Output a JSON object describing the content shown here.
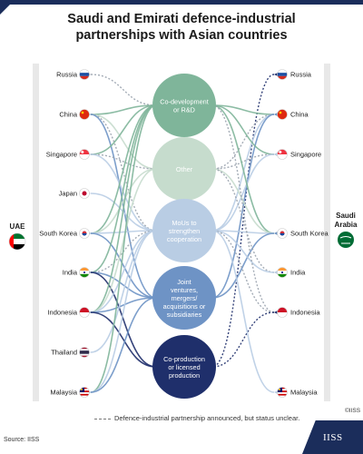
{
  "title_line1": "Saudi and Emirati defence-industrial",
  "title_line2": "partnerships with Asian countries",
  "left_actor": "UAE",
  "right_actor_line1": "Saudi",
  "right_actor_line2": "Arabia",
  "left_countries": [
    {
      "name": "Russia",
      "flag": "russia"
    },
    {
      "name": "China",
      "flag": "china"
    },
    {
      "name": "Singapore",
      "flag": "singapore"
    },
    {
      "name": "Japan",
      "flag": "japan"
    },
    {
      "name": "South Korea",
      "flag": "south-korea"
    },
    {
      "name": "India",
      "flag": "india"
    },
    {
      "name": "Indonesia",
      "flag": "indonesia"
    },
    {
      "name": "Thailand",
      "flag": "thailand"
    },
    {
      "name": "Malaysia",
      "flag": "malaysia"
    }
  ],
  "right_countries": [
    {
      "name": "Russia",
      "flag": "russia"
    },
    {
      "name": "China",
      "flag": "china"
    },
    {
      "name": "Singapore",
      "flag": "singapore"
    },
    {
      "name": "South Korea",
      "flag": "south-korea"
    },
    {
      "name": "India",
      "flag": "india"
    },
    {
      "name": "Indonesia",
      "flag": "indonesia"
    },
    {
      "name": "Malaysia",
      "flag": "malaysia"
    }
  ],
  "categories": [
    {
      "lines": [
        "Co-development",
        "or R&D"
      ],
      "color": "#7fb59a",
      "text_color": "#ffffff"
    },
    {
      "lines": [
        "Other"
      ],
      "color": "#c6dccd",
      "text_color": "#ffffff"
    },
    {
      "lines": [
        "MoUs to",
        "strengthen",
        "cooperation"
      ],
      "color": "#b9cde4",
      "text_color": "#ffffff"
    },
    {
      "lines": [
        "Joint",
        "ventures,",
        "mergers/",
        "acquisitions or",
        "subsidiaries"
      ],
      "color": "#6e93c5",
      "text_color": "#ffffff"
    },
    {
      "lines": [
        "Co-production",
        "or licensed",
        "production"
      ],
      "color": "#1f2f6b",
      "text_color": "#ffffff"
    }
  ],
  "links": [
    {
      "side": "L",
      "country": 0,
      "cat": 0,
      "dashed": true
    },
    {
      "side": "L",
      "country": 1,
      "cat": 0,
      "dashed": false
    },
    {
      "side": "L",
      "country": 1,
      "cat": 1,
      "dashed": false
    },
    {
      "side": "L",
      "country": 1,
      "cat": 2,
      "dashed": true
    },
    {
      "side": "L",
      "country": 1,
      "cat": 3,
      "dashed": false
    },
    {
      "side": "L",
      "country": 2,
      "cat": 0,
      "dashed": false
    },
    {
      "side": "L",
      "country": 2,
      "cat": 1,
      "dashed": true
    },
    {
      "side": "L",
      "country": 2,
      "cat": 2,
      "dashed": false
    },
    {
      "side": "L",
      "country": 3,
      "cat": 2,
      "dashed": false
    },
    {
      "side": "L",
      "country": 4,
      "cat": 0,
      "dashed": false
    },
    {
      "side": "L",
      "country": 4,
      "cat": 1,
      "dashed": false
    },
    {
      "side": "L",
      "country": 4,
      "cat": 2,
      "dashed": false
    },
    {
      "side": "L",
      "country": 4,
      "cat": 3,
      "dashed": false
    },
    {
      "side": "L",
      "country": 5,
      "cat": 0,
      "dashed": false
    },
    {
      "side": "L",
      "country": 5,
      "cat": 2,
      "dashed": true
    },
    {
      "side": "L",
      "country": 5,
      "cat": 3,
      "dashed": false
    },
    {
      "side": "L",
      "country": 5,
      "cat": 4,
      "dashed": false
    },
    {
      "side": "L",
      "country": 6,
      "cat": 0,
      "dashed": false
    },
    {
      "side": "L",
      "country": 6,
      "cat": 1,
      "dashed": false
    },
    {
      "side": "L",
      "country": 6,
      "cat": 2,
      "dashed": false
    },
    {
      "side": "L",
      "country": 6,
      "cat": 3,
      "dashed": false
    },
    {
      "side": "L",
      "country": 6,
      "cat": 4,
      "dashed": false
    },
    {
      "side": "L",
      "country": 7,
      "cat": 2,
      "dashed": false
    },
    {
      "side": "L",
      "country": 8,
      "cat": 0,
      "dashed": false
    },
    {
      "side": "L",
      "country": 8,
      "cat": 2,
      "dashed": false
    },
    {
      "side": "L",
      "country": 8,
      "cat": 3,
      "dashed": false
    },
    {
      "side": "R",
      "country": 0,
      "cat": 4,
      "dashed": true
    },
    {
      "side": "R",
      "country": 1,
      "cat": 0,
      "dashed": false
    },
    {
      "side": "R",
      "country": 1,
      "cat": 1,
      "dashed": true
    },
    {
      "side": "R",
      "country": 1,
      "cat": 2,
      "dashed": false
    },
    {
      "side": "R",
      "country": 1,
      "cat": 3,
      "dashed": false
    },
    {
      "side": "R",
      "country": 2,
      "cat": 0,
      "dashed": false
    },
    {
      "side": "R",
      "country": 2,
      "cat": 1,
      "dashed": true
    },
    {
      "side": "R",
      "country": 2,
      "cat": 2,
      "dashed": false
    },
    {
      "side": "R",
      "country": 3,
      "cat": 0,
      "dashed": false
    },
    {
      "side": "R",
      "country": 3,
      "cat": 1,
      "dashed": false
    },
    {
      "side": "R",
      "country": 3,
      "cat": 2,
      "dashed": false
    },
    {
      "side": "R",
      "country": 3,
      "cat": 3,
      "dashed": false
    },
    {
      "side": "R",
      "country": 4,
      "cat": 1,
      "dashed": true
    },
    {
      "side": "R",
      "country": 4,
      "cat": 2,
      "dashed": false
    },
    {
      "side": "R",
      "country": 5,
      "cat": 0,
      "dashed": true
    },
    {
      "side": "R",
      "country": 5,
      "cat": 2,
      "dashed": true
    },
    {
      "side": "R",
      "country": 5,
      "cat": 4,
      "dashed": true
    },
    {
      "side": "R",
      "country": 6,
      "cat": 2,
      "dashed": false
    }
  ],
  "legend_text": "Defence-industrial partnership announced, but status unclear.",
  "source_text": "Source: IISS",
  "credit_text": "©IISS",
  "logo_text": "IISS",
  "colors": {
    "navy": "#1b2d5b",
    "grey_bar": "#e8e8e8"
  }
}
